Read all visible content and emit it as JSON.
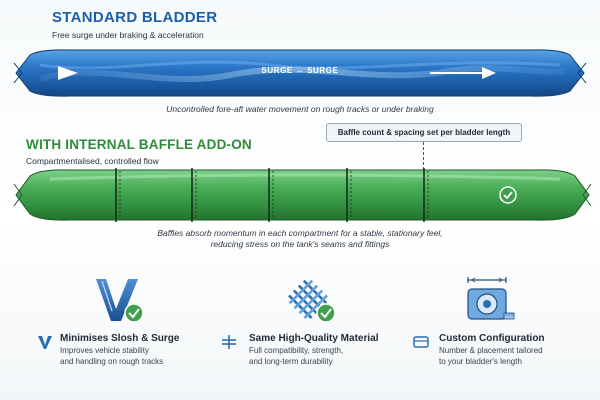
{
  "standard": {
    "title": "STANDARD BLADDER",
    "subtitle": "Free surge under braking & acceleration",
    "flow_label": "SURGE ↔ SURGE",
    "caption": "Uncontrolled fore-aft water movement on rough tracks or under braking",
    "color": "#1f6fbf"
  },
  "baffle": {
    "title": "WITH INTERNAL BAFFLE ADD-ON",
    "subtitle": "Compartmentalised, controlled flow",
    "callout": "Baffle count & spacing set per bladder length",
    "caption_line1": "Baffles absorb momentum in each compartment for a stable, stationary feel,",
    "caption_line2": "reducing stress on the tank's seams and fittings",
    "color": "#3f9f4d"
  },
  "features": [
    {
      "icon": "v-check-icon",
      "small_icon": "v-icon",
      "title": "Minimises Slosh & Surge",
      "desc_line1": "Improves vehicle stability",
      "desc_line2": "and handling on rough tracks"
    },
    {
      "icon": "woven-fabric-check-icon",
      "small_icon": "baffle-cross-icon",
      "title": "Same High-Quality Material",
      "desc_line1": "Full compatibility, strength,",
      "desc_line2": "and long-term durability"
    },
    {
      "icon": "measuring-tape-icon",
      "small_icon": "panel-icon",
      "title": "Custom Configuration",
      "desc_line1": "Number & placement tailored",
      "desc_line2": "to your bladder's length"
    }
  ]
}
